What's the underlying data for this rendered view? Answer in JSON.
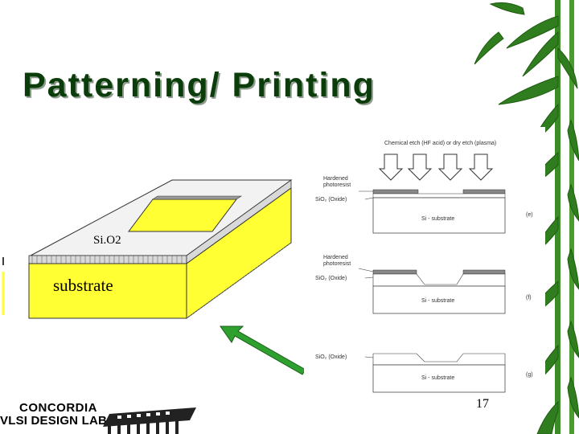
{
  "slide": {
    "title": "Patterning/ Printing",
    "page_number": "17"
  },
  "left_diagram": {
    "oxide_label": "Si.O2",
    "substrate_label": "substrate",
    "layer_color": "#ffff33",
    "arrow_color": "#2ea02e"
  },
  "right_figure": {
    "etch_label": "Chemical etch (HF acid) or dry etch (plasma)",
    "steps": [
      {
        "photoresist_label_1": "Hardened",
        "photoresist_label_2": "photoresist",
        "oxide_label": "SiO₂ (Oxide)",
        "substrate_label": "Si - substrate",
        "step_letter": "(e)"
      },
      {
        "photoresist_label_1": "Hardened",
        "photoresist_label_2": "photoresist",
        "oxide_label": "SiO₂ (Oxide)",
        "substrate_label": "Si - substrate",
        "step_letter": "(f)"
      },
      {
        "oxide_label": "SiO₂ (Oxide)",
        "substrate_label": "Si - substrate",
        "step_letter": "(g)"
      }
    ]
  },
  "logo": {
    "line1": "CONCORDIA",
    "line2": "VLSI DESIGN LAB",
    "icon": "chip-icon"
  },
  "decoration": {
    "icon": "bamboo-leaves-icon",
    "leaf_color": "#2f7d1e"
  }
}
